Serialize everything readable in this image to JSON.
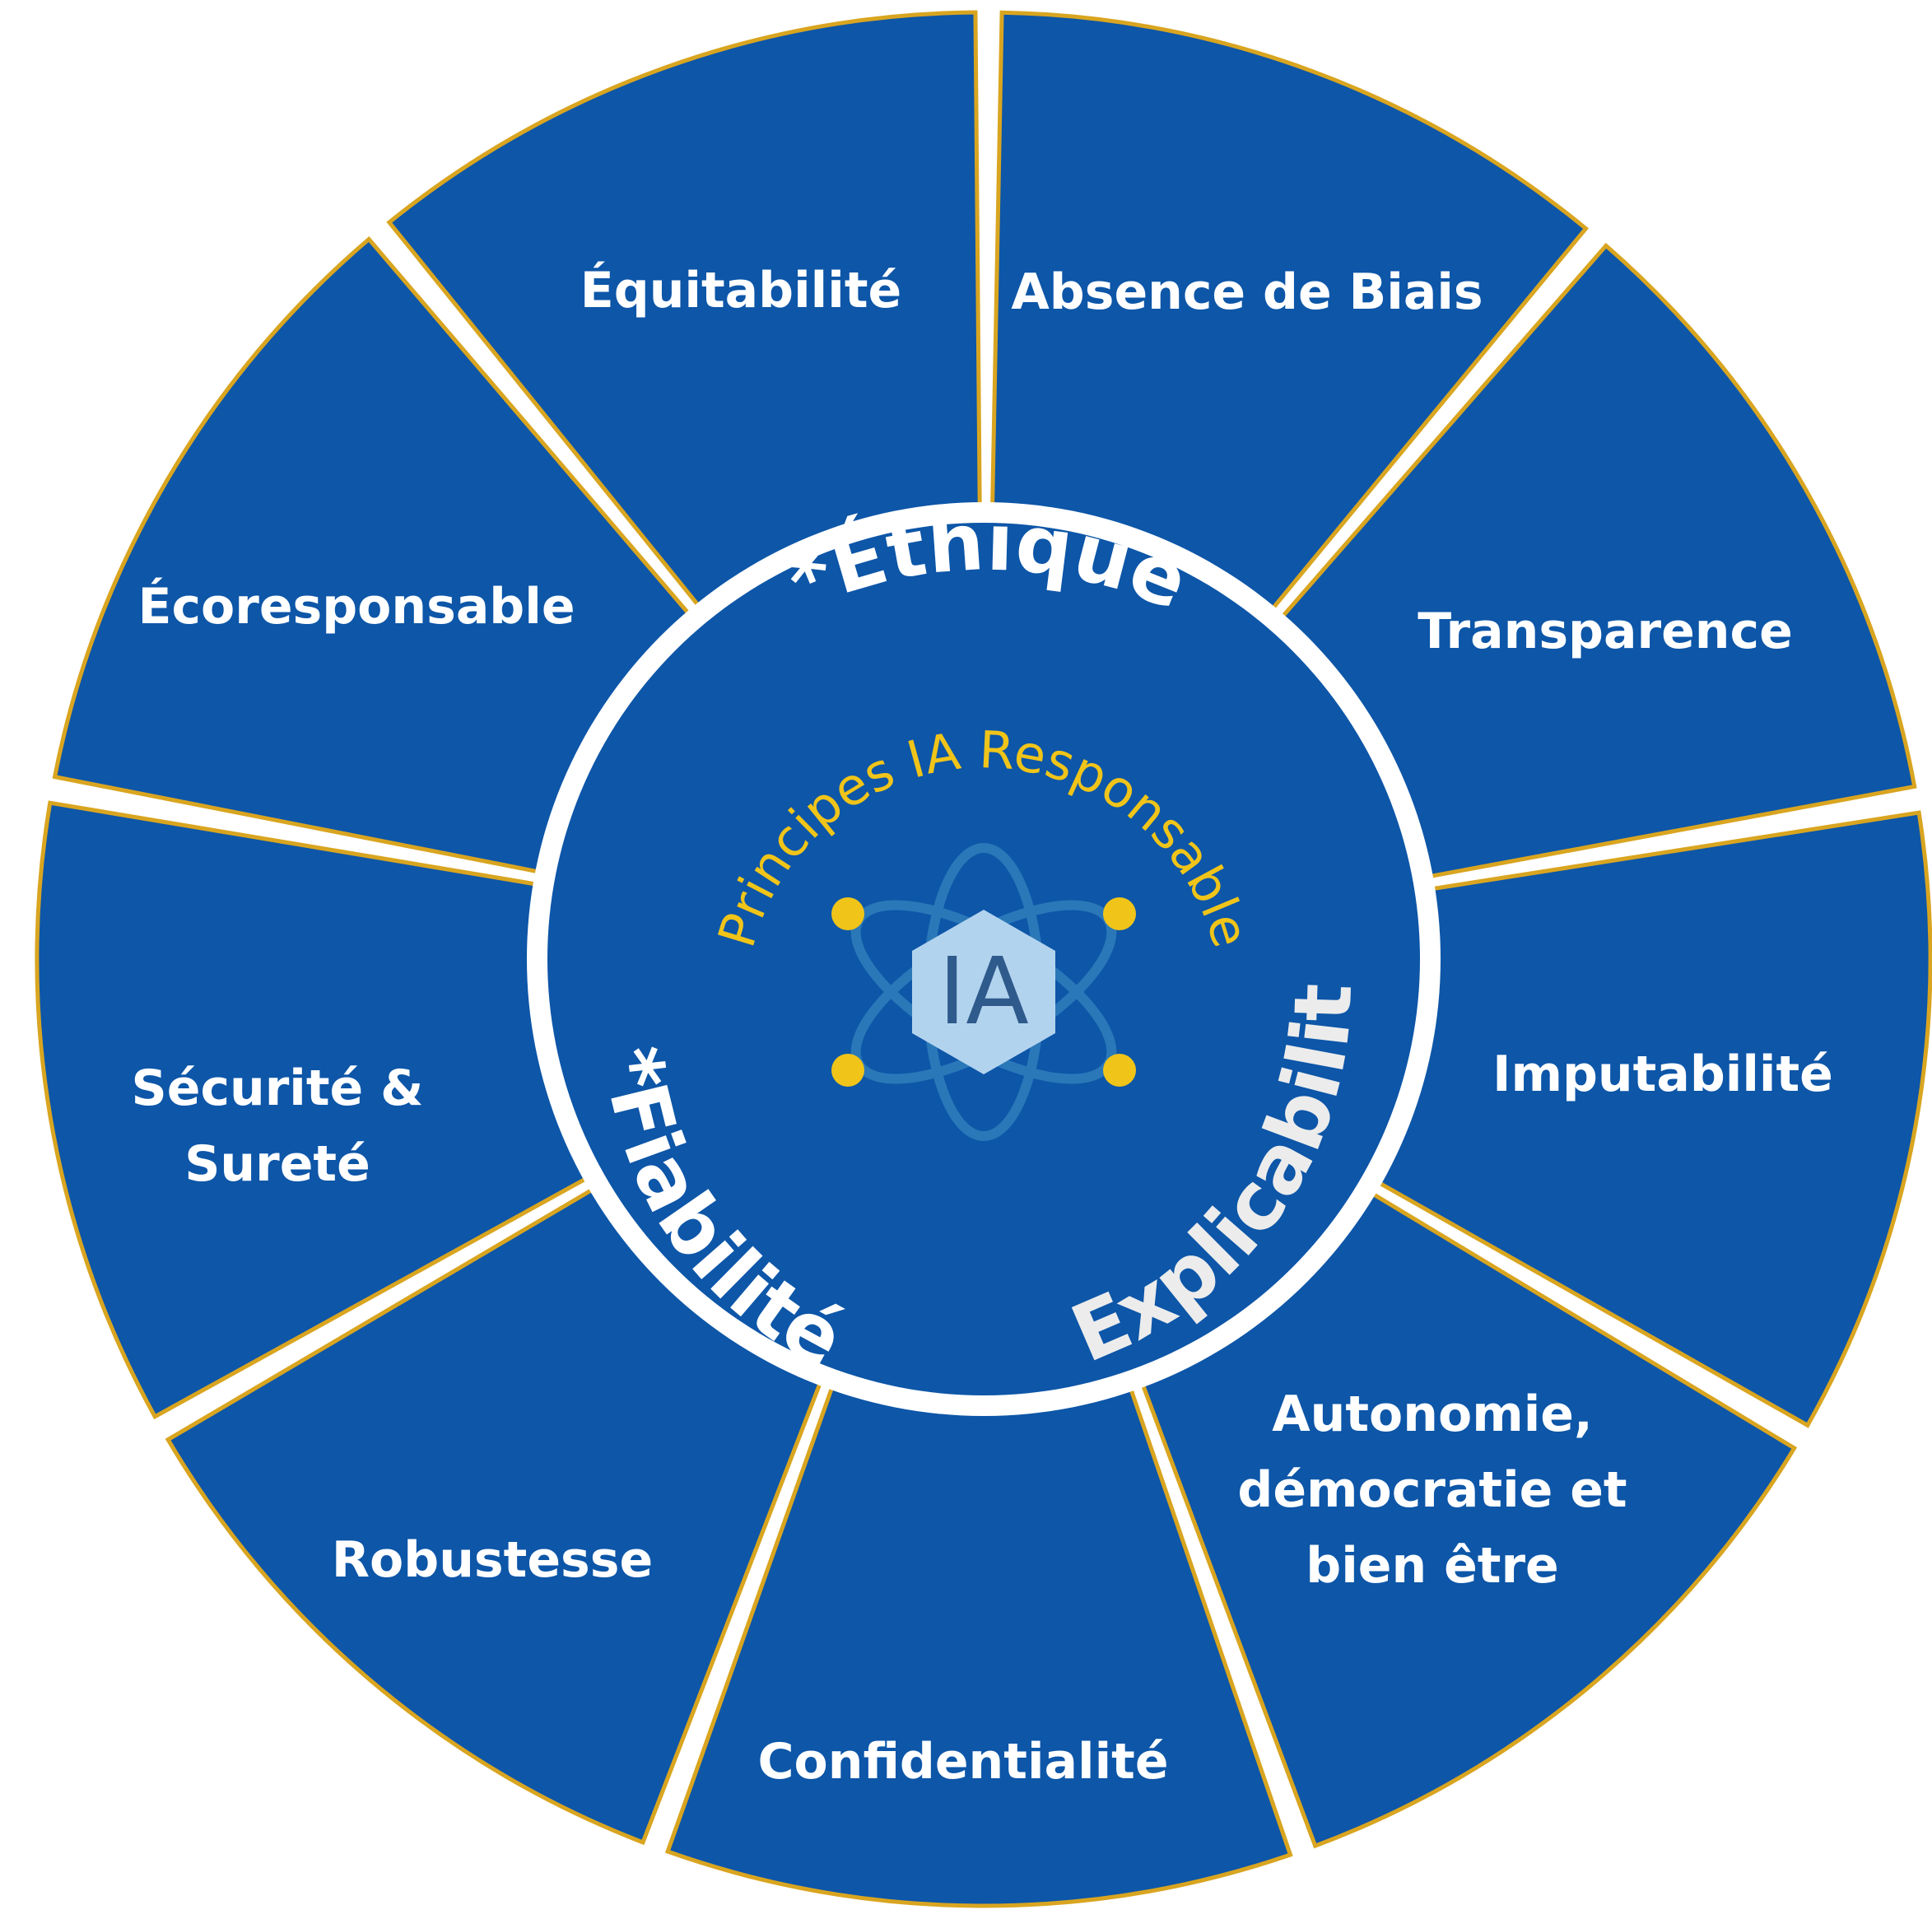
{
  "diagram": {
    "center_title": "Principes IA Responsable",
    "center_icon": {
      "name": "atom-icon",
      "text": "IA"
    },
    "pillars": [
      {
        "id": "ethique",
        "label": "*Éthique"
      },
      {
        "id": "explicabilite",
        "label": "*Explicabilité"
      },
      {
        "id": "fiabilite",
        "label": "*Fiabilité"
      }
    ],
    "segments": [
      {
        "id": "absence-biais",
        "lines": [
          "Absence de Biais"
        ]
      },
      {
        "id": "transparence",
        "lines": [
          "Transparence"
        ]
      },
      {
        "id": "imputabilite",
        "lines": [
          "Imputabilité"
        ]
      },
      {
        "id": "autonomie",
        "lines": [
          "Autonomie,",
          "démocratie et",
          "bien être"
        ]
      },
      {
        "id": "confidentialite",
        "lines": [
          "Confidentialité"
        ]
      },
      {
        "id": "robustesse",
        "lines": [
          "Robustesse"
        ]
      },
      {
        "id": "securite",
        "lines": [
          "Sécurité &",
          "Sureté"
        ]
      },
      {
        "id": "ecoresponsable",
        "lines": [
          "Écoresponsable"
        ]
      },
      {
        "id": "equitabilite",
        "lines": [
          "Équitabilité"
        ]
      }
    ],
    "colors": {
      "segment_fill": "#0d56a8",
      "segment_border": "#d9a520",
      "separator": "#ffffff",
      "accent_gold": "#f0c419",
      "text": "#ffffff"
    }
  }
}
